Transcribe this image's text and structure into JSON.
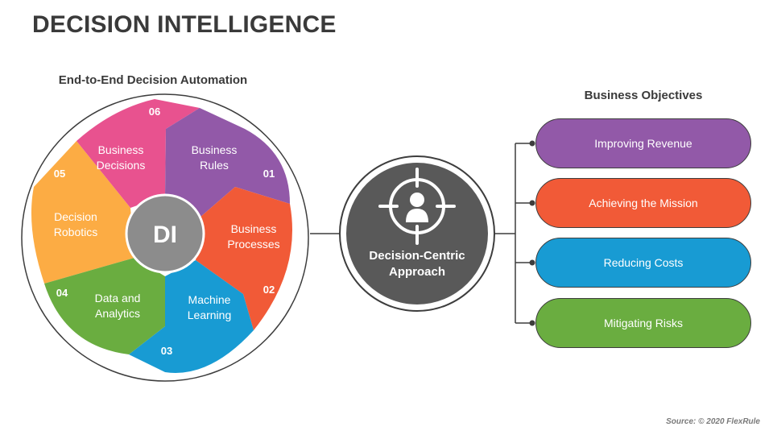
{
  "title": "DECISION INTELLIGENCE",
  "wheel": {
    "heading": "End-to-End Decision Automation",
    "center": "DI",
    "segments": [
      {
        "number": "01",
        "label_line1": "Business",
        "label_line2": "Rules",
        "color": "#9259a8"
      },
      {
        "number": "02",
        "label_line1": "Business",
        "label_line2": "Processes",
        "color": "#f15a37"
      },
      {
        "number": "03",
        "label_line1": "Machine",
        "label_line2": "Learning",
        "color": "#189bd3"
      },
      {
        "number": "04",
        "label_line1": "Data and",
        "label_line2": "Analytics",
        "color": "#6aad40"
      },
      {
        "number": "05",
        "label_line1": "Decision",
        "label_line2": "Robotics",
        "color": "#fcac44"
      },
      {
        "number": "06",
        "label_line1": "Business",
        "label_line2": "Decisions",
        "color": "#e8528f"
      }
    ]
  },
  "center_hub": {
    "line1": "Decision-Centric",
    "line2": "Approach",
    "icon": "target-user-icon"
  },
  "objectives": {
    "heading": "Business Objectives",
    "items": [
      {
        "label": "Improving Revenue",
        "color": "#9259a8"
      },
      {
        "label": "Achieving the Mission",
        "color": "#f15a37"
      },
      {
        "label": "Reducing Costs",
        "color": "#189bd3"
      },
      {
        "label": "Mitigating Risks",
        "color": "#6aad40"
      }
    ]
  },
  "source": "Source: © 2020 FlexRule"
}
